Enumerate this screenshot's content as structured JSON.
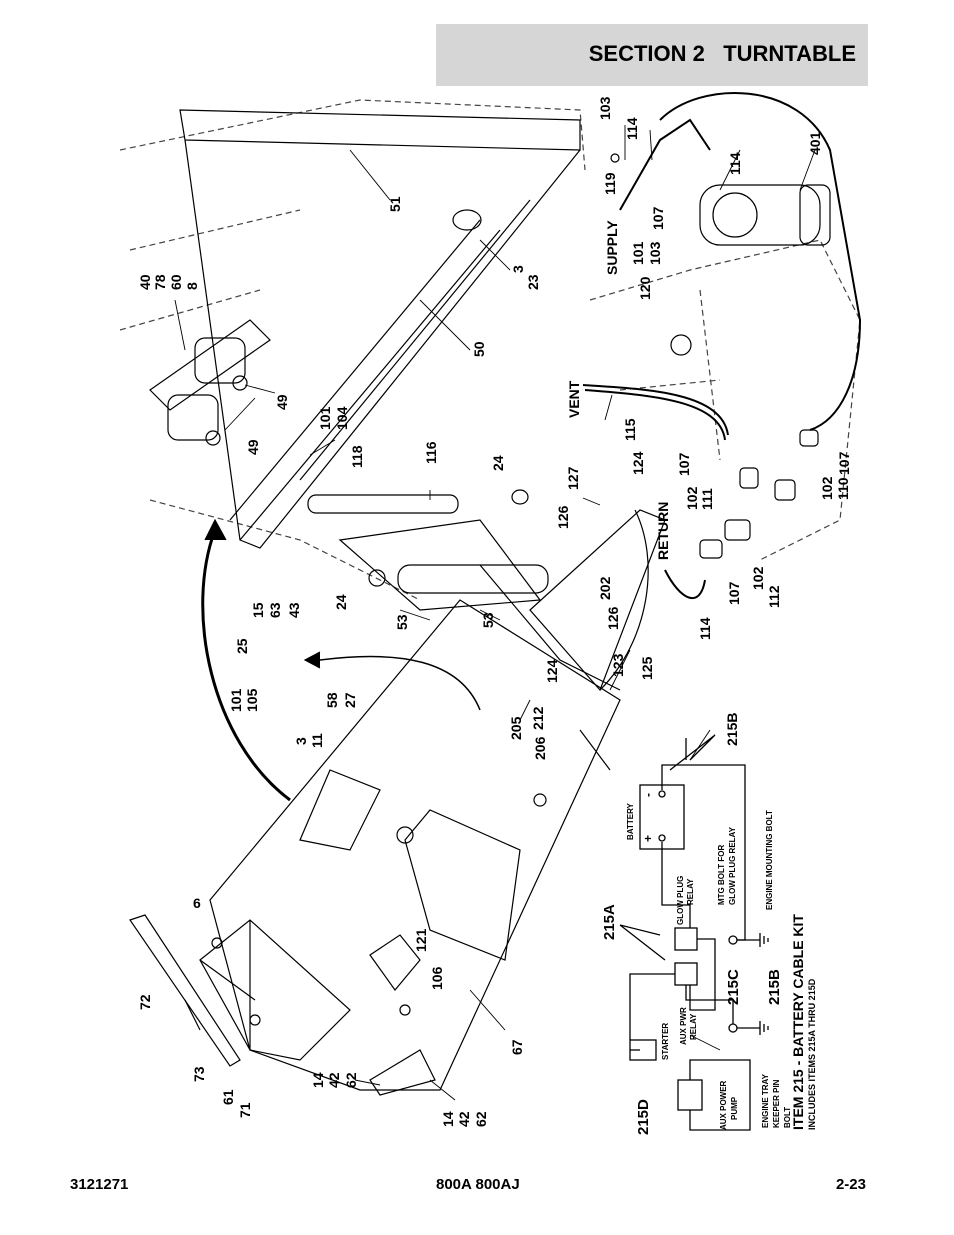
{
  "header": {
    "section_title": "SECTION 2   TURNTABLE"
  },
  "footer": {
    "part_number": "3121271",
    "model": "800A 800AJ",
    "page": "2-23"
  },
  "callouts": [
    "103",
    "114",
    "114",
    "401",
    "119",
    "107",
    "SUPPLY",
    "101",
    "103",
    "120",
    "51",
    "40",
    "78",
    "60",
    "8",
    "3",
    "23",
    "50",
    "49",
    "49",
    "101",
    "104",
    "118",
    "116",
    "24",
    "VENT",
    "115",
    "107",
    "102",
    "111",
    "107",
    "102",
    "110",
    "127",
    "124",
    "126",
    "RETURN",
    "24",
    "53",
    "53",
    "15",
    "63",
    "43",
    "25",
    "101",
    "105",
    "58",
    "27",
    "3",
    "11",
    "202",
    "126",
    "123",
    "124",
    "212",
    "205",
    "206",
    "125",
    "114",
    "107",
    "102",
    "112",
    "215B",
    "6",
    "72",
    "73",
    "61",
    "71",
    "121",
    "106",
    "67",
    "14",
    "42",
    "62",
    "14",
    "42",
    "62",
    "215D",
    "215A",
    "215C",
    "215B"
  ],
  "battery_kit": {
    "title": "ITEM 215 - BATTERY CABLE KIT",
    "subtitle": "INCLUDES ITEMS 215A THRU 215D",
    "labels": {
      "battery": "BATTERY",
      "plus": "+",
      "minus": "-",
      "glow_plug_relay_1": "GLOW PLUG",
      "glow_plug_relay_2": "RELAY",
      "mtg_bolt_1": "MTG BOLT FOR",
      "mtg_bolt_2": "GLOW PLUG RELAY",
      "engine_mounting_bolt": "ENGINE MOUNTING BOLT",
      "starter": "STARTER",
      "aux_pwr_relay_1": "AUX PWR",
      "aux_pwr_relay_2": "RELAY",
      "aux_power_pump_1": "AUX POWER",
      "aux_power_pump_2": "PUMP",
      "engine_tray_1": "ENGINE TRAY",
      "engine_tray_2": "KEEPER PIN",
      "engine_tray_3": "BOLT"
    }
  }
}
